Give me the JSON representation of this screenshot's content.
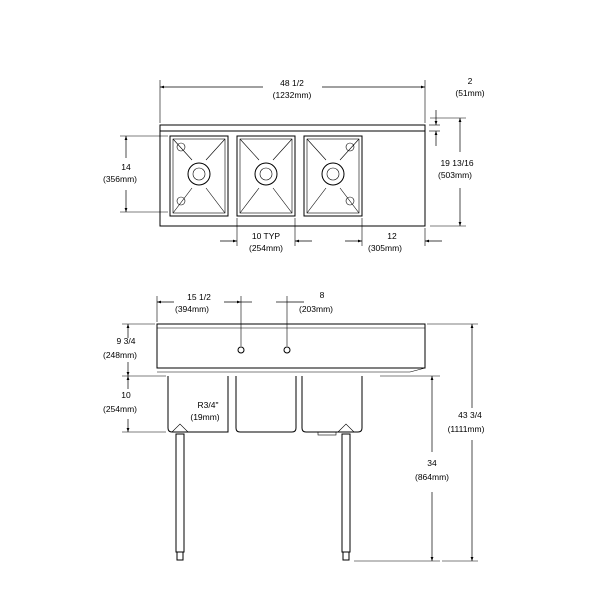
{
  "top_view": {
    "overall_width": {
      "imperial": "48 1/2",
      "metric": "(1232mm)"
    },
    "backsplash": {
      "imperial": "2",
      "metric": "(51mm)"
    },
    "bowl_depth": {
      "imperial": "14",
      "metric": "(356mm)"
    },
    "overall_depth": {
      "imperial": "19 13/16",
      "metric": "(503mm)"
    },
    "bowl_width": {
      "imperial": "10 TYP",
      "metric": "(254mm)"
    },
    "drainboard": {
      "imperial": "12",
      "metric": "(305mm)"
    }
  },
  "front_view": {
    "faucet_offset": {
      "imperial": "15 1/2",
      "metric": "(394mm)"
    },
    "faucet_spacing": {
      "imperial": "8",
      "metric": "(203mm)"
    },
    "backsplash_height": {
      "imperial": "9 3/4",
      "metric": "(248mm)"
    },
    "bowl_height": {
      "imperial": "10",
      "metric": "(254mm)"
    },
    "corner_radius": {
      "imperial": "R3/4\"",
      "metric": "(19mm)"
    },
    "work_height": {
      "imperial": "34",
      "metric": "(864mm)"
    },
    "overall_height": {
      "imperial": "43 3/4",
      "metric": "(1111mm)"
    }
  }
}
